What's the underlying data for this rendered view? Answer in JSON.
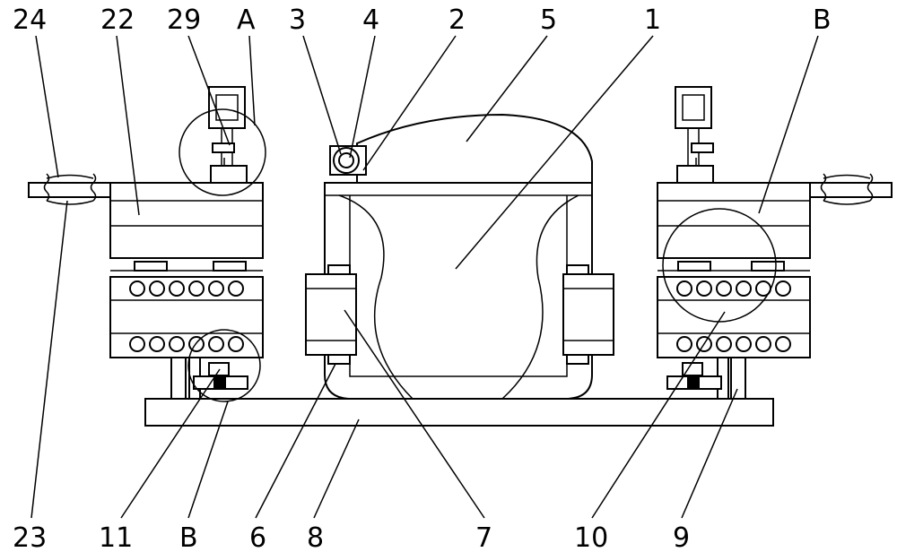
{
  "labels": {
    "top": [
      "24",
      "22",
      "29",
      "A",
      "3",
      "4",
      "2",
      "5",
      "1",
      "B"
    ],
    "bottom": [
      "23",
      "11",
      "B",
      "6",
      "8",
      "7",
      "10",
      "9"
    ]
  }
}
